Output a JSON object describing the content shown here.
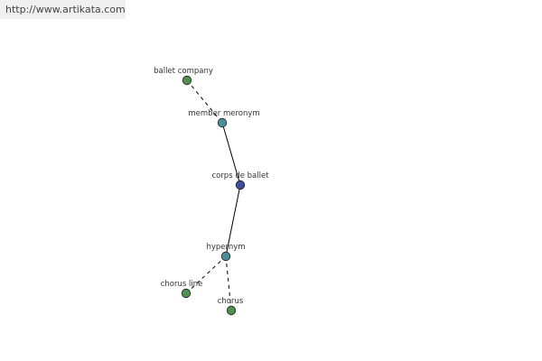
{
  "banner": {
    "url": "http://www.artikata.com"
  },
  "graph": {
    "colors": {
      "center": "#3b4f9a",
      "relation": "#4a8f96",
      "leaf": "#4f8f4f",
      "edge": "#000000"
    },
    "nodes": [
      {
        "id": "ballet-company",
        "label": "ballet company",
        "kind": "leaf"
      },
      {
        "id": "member-meronym",
        "label": "member meronym",
        "kind": "relation"
      },
      {
        "id": "corps-de-ballet",
        "label": "corps de ballet",
        "kind": "center"
      },
      {
        "id": "hypernym",
        "label": "hypernym",
        "kind": "relation"
      },
      {
        "id": "chorus-line",
        "label": "chorus line",
        "kind": "leaf"
      },
      {
        "id": "chorus",
        "label": "chorus",
        "kind": "leaf"
      }
    ],
    "edges": [
      {
        "from": "ballet-company",
        "to": "member-meronym",
        "style": "dashed"
      },
      {
        "from": "member-meronym",
        "to": "corps-de-ballet",
        "style": "solid"
      },
      {
        "from": "corps-de-ballet",
        "to": "hypernym",
        "style": "solid"
      },
      {
        "from": "hypernym",
        "to": "chorus-line",
        "style": "dashed"
      },
      {
        "from": "hypernym",
        "to": "chorus",
        "style": "dashed"
      }
    ]
  }
}
